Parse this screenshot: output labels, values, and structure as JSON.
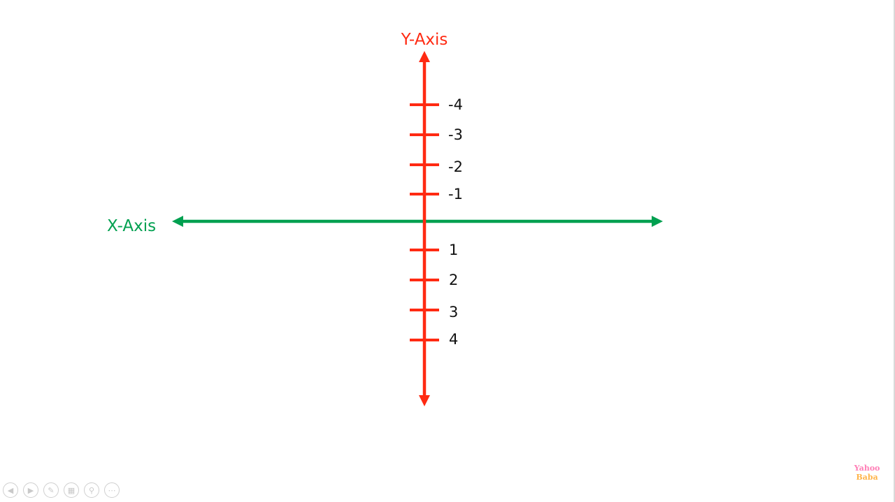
{
  "diagram": {
    "y_axis_label": "Y-Axis",
    "x_axis_label": "X-Axis",
    "y_ticks": [
      "-4",
      "-3",
      "-2",
      "-1",
      "1",
      "2",
      "3",
      "4"
    ],
    "colors": {
      "y_axis": "#ff2a12",
      "x_axis": "#00a050",
      "tick_text": "#111111"
    }
  },
  "toolbar": {
    "icons": [
      "previous-slide-icon",
      "next-slide-icon",
      "pen-icon",
      "slides-grid-icon",
      "zoom-icon",
      "more-options-icon"
    ]
  },
  "watermark": {
    "line1": "Yahoo",
    "line2": "Baba"
  }
}
